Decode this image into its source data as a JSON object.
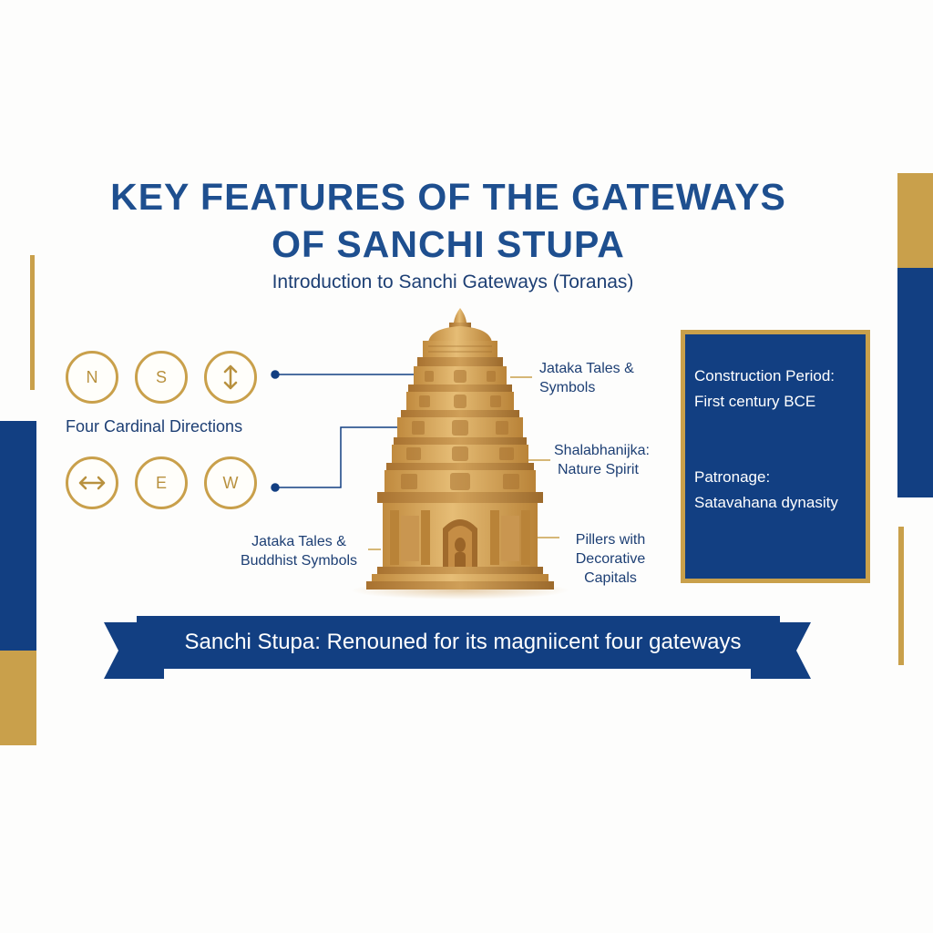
{
  "title": {
    "line1": "KEY FEATURES OF THE GATEWAYS",
    "line2": "OF SANCHI STUPA"
  },
  "subtitle": "Introduction to Sanchi Gateways (Toranas)",
  "directions": {
    "row1": [
      {
        "icon": "letter",
        "text": "N"
      },
      {
        "icon": "letter",
        "text": "S"
      },
      {
        "icon": "vertical-arrow-icon",
        "text": ""
      }
    ],
    "label": "Four Cardinal Directions",
    "row2": [
      {
        "icon": "horizontal-arrow-icon",
        "text": ""
      },
      {
        "icon": "letter",
        "text": "E"
      },
      {
        "icon": "letter",
        "text": "W"
      }
    ]
  },
  "callouts": {
    "top_right": {
      "line1": "Jataka Tales &",
      "line2": "Symbols"
    },
    "mid_right": {
      "line1": "Shalabhanijka:",
      "line2": "Nature Spirit"
    },
    "bottom_left": {
      "line1": "Jataka Tales &",
      "line2": "Buddhist Symbols"
    },
    "bottom_right": {
      "line1": "Pillers with",
      "line2": "Decorative",
      "line3": "Capitals"
    }
  },
  "info_box": {
    "construction_label": "Construction Period:",
    "construction_value": "First century BCE",
    "patronage_label": "Patronage:",
    "patronage_value": "Satavahana dynasity"
  },
  "ribbon": "Sanchi Stupa: Renouned for its magniicent four gateways",
  "colors": {
    "navy": "#123f82",
    "title_blue": "#1e4f8f",
    "gold": "#c9a04b",
    "sandstone": "#d9ad62"
  }
}
